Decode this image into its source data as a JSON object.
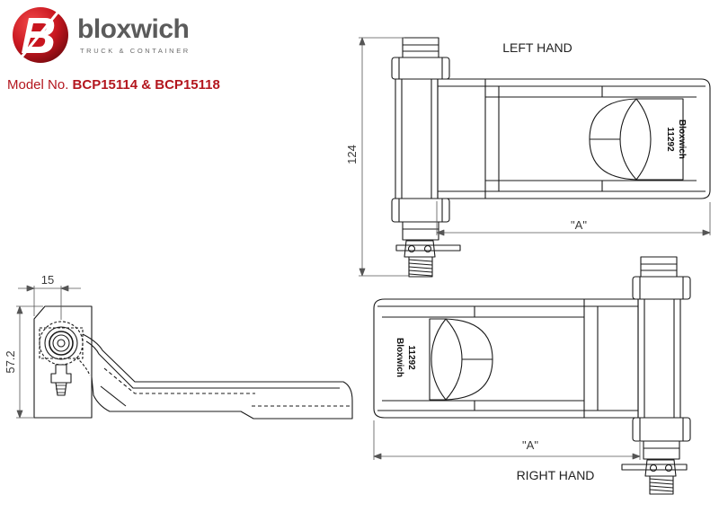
{
  "brand": {
    "name": "bloxwich",
    "tagline": "TRUCK & CONTAINER",
    "accent_color": "#b3161e",
    "logo_icon": "bloxwich-b-logo-icon"
  },
  "model": {
    "prefix": "Model No.",
    "number": "BCP15114 & BCP15118"
  },
  "views": {
    "left_hand": {
      "title": "LEFT HAND",
      "height_dim": "124",
      "length_dim": "\"A\"",
      "stamp_part": "11292",
      "stamp_brand": "Bloxwich"
    },
    "right_hand": {
      "title": "RIGHT HAND",
      "length_dim": "\"A\"",
      "stamp_part": "11292",
      "stamp_brand": "Bloxwich"
    },
    "side": {
      "width_dim": "15",
      "height_dim": "57.2"
    }
  },
  "colors": {
    "line": "#1a1a1a",
    "dimension": "#555555"
  }
}
